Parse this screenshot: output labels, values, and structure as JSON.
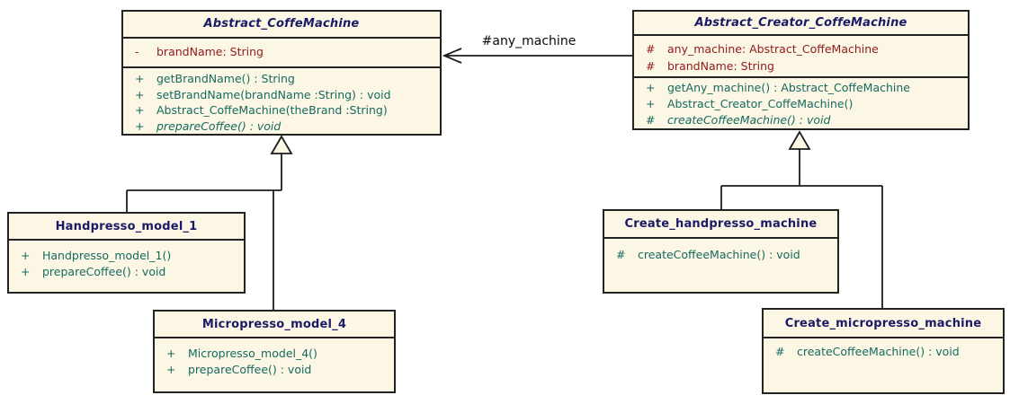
{
  "diagram": {
    "kind": "uml-class-diagram",
    "background_color": "#ffffff",
    "colors": {
      "class_fill": "#FCF6E4",
      "class_border": "#222222",
      "title_text": "#1A1A66",
      "attribute_text": "#8E1B1B",
      "method_text": "#156A61",
      "edge_label_text": "#0a0a0a"
    }
  },
  "classes": [
    {
      "name": "Abstract_CoffeMachine",
      "abstract": true,
      "attributes": [
        {
          "visibility": "-",
          "text": "brandName: String"
        }
      ],
      "methods": [
        {
          "visibility": "+",
          "text": "getBrandName() : String"
        },
        {
          "visibility": "+",
          "text": "setBrandName(brandName :String) : void"
        },
        {
          "visibility": "+",
          "text": "Abstract_CoffeMachine(theBrand :String)"
        },
        {
          "visibility": "+",
          "text": "prepareCoffee() : void",
          "italic": true
        }
      ]
    },
    {
      "name": "Abstract_Creator_CoffeMachine",
      "abstract": true,
      "attributes": [
        {
          "visibility": "#",
          "text": "any_machine: Abstract_CoffeMachine"
        },
        {
          "visibility": "#",
          "text": "brandName: String"
        }
      ],
      "methods": [
        {
          "visibility": "+",
          "text": "getAny_machine() : Abstract_CoffeMachine"
        },
        {
          "visibility": "+",
          "text": "Abstract_Creator_CoffeMachine()"
        },
        {
          "visibility": "#",
          "text": "createCoffeeMachine() : void",
          "italic": true
        }
      ]
    },
    {
      "name": "Handpresso_model_1",
      "abstract": false,
      "attributes": [],
      "methods": [
        {
          "visibility": "+",
          "text": "Handpresso_model_1()"
        },
        {
          "visibility": "+",
          "text": "prepareCoffee() : void"
        }
      ]
    },
    {
      "name": "Micropresso_model_4",
      "abstract": false,
      "attributes": [],
      "methods": [
        {
          "visibility": "+",
          "text": "Micropresso_model_4()"
        },
        {
          "visibility": "+",
          "text": "prepareCoffee() : void"
        }
      ]
    },
    {
      "name": "Create_handpresso_machine",
      "abstract": false,
      "attributes": [],
      "methods": [
        {
          "visibility": "#",
          "text": "createCoffeeMachine() : void"
        }
      ]
    },
    {
      "name": "Create_micropresso_machine",
      "abstract": false,
      "attributes": [],
      "methods": [
        {
          "visibility": "#",
          "text": "createCoffeeMachine() : void"
        }
      ]
    }
  ],
  "relationships": [
    {
      "type": "association",
      "label": "#any_machine",
      "from": "Abstract_Creator_CoffeMachine",
      "to": "Abstract_CoffeMachine"
    },
    {
      "type": "generalization",
      "from": "Handpresso_model_1",
      "to": "Abstract_CoffeMachine"
    },
    {
      "type": "generalization",
      "from": "Micropresso_model_4",
      "to": "Abstract_CoffeMachine"
    },
    {
      "type": "generalization",
      "from": "Create_handpresso_machine",
      "to": "Abstract_Creator_CoffeMachine"
    },
    {
      "type": "generalization",
      "from": "Create_micropresso_machine",
      "to": "Abstract_Creator_CoffeMachine"
    }
  ]
}
